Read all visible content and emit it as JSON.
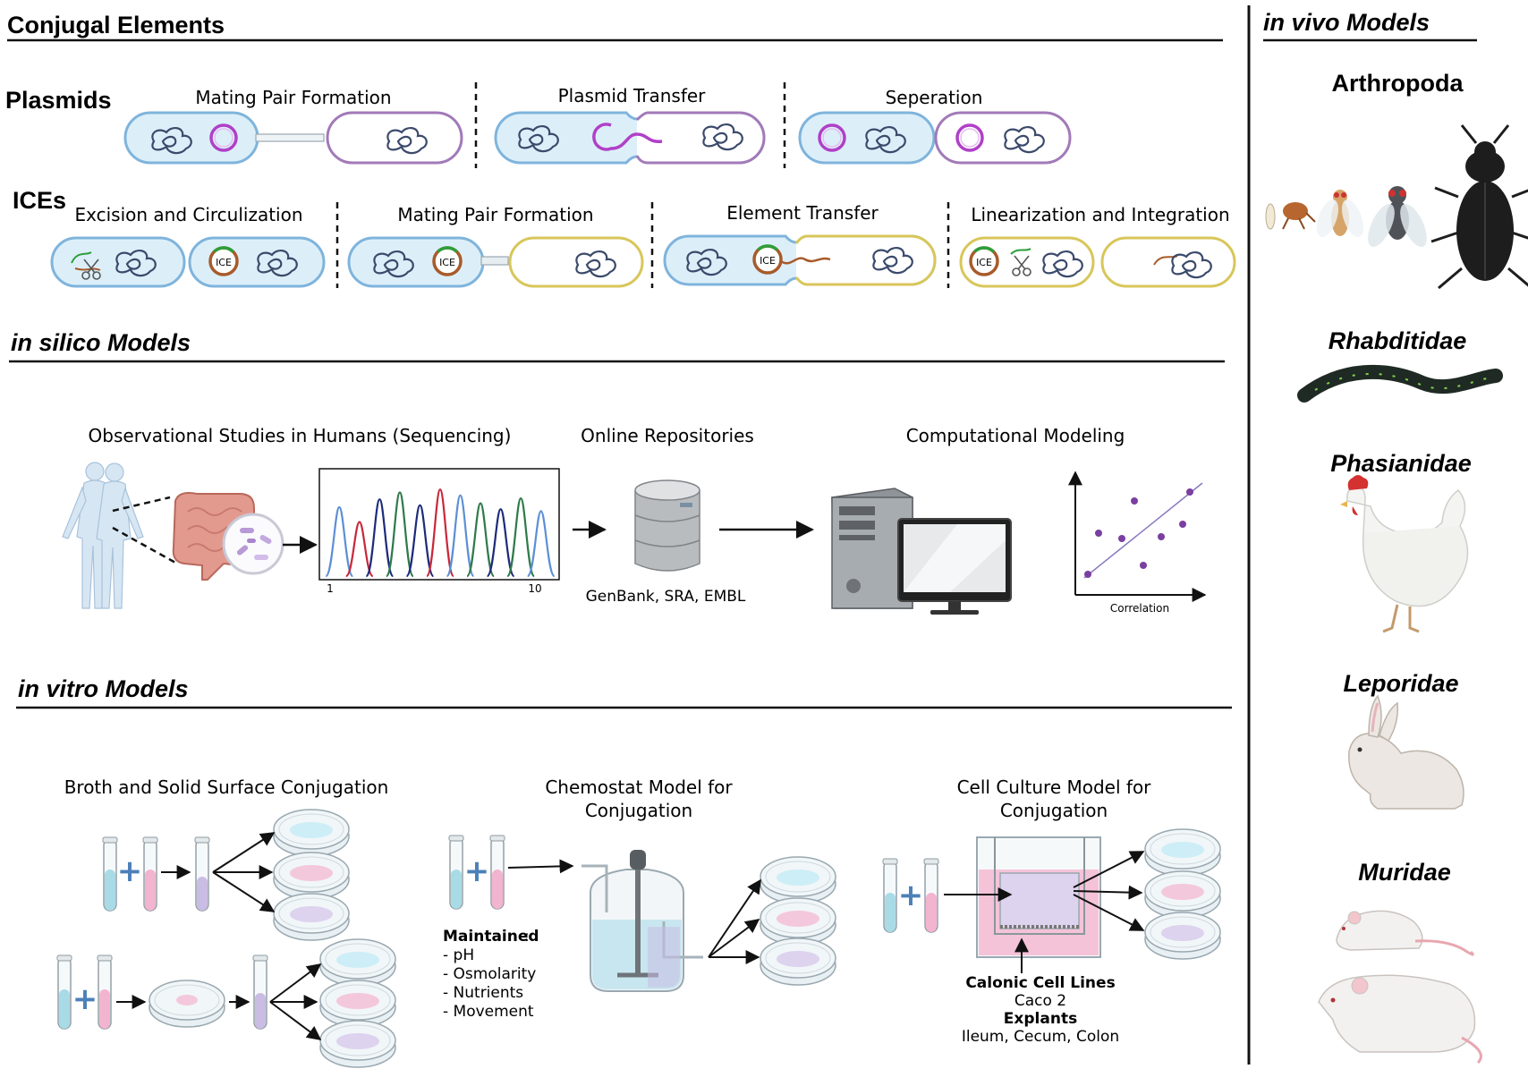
{
  "conjugal": {
    "title": "Conjugal Elements",
    "plasmids_label": "Plasmids",
    "plasmid_steps": [
      "Mating Pair Formation",
      "Plasmid Transfer",
      "Seperation"
    ],
    "ices_label": "ICEs",
    "ice_steps": [
      "Excision and Circulization",
      "Mating Pair Formation",
      "Element Transfer",
      "Linearization  and Integration"
    ],
    "ice_tag": "ICE"
  },
  "in_silico": {
    "title": "in silico Models",
    "steps": [
      "Observational Studies in Humans (Sequencing)",
      "Online Repositories",
      "Computational Modeling"
    ],
    "axis_start": "1",
    "axis_end": "10",
    "repositories": "GenBank, SRA, EMBL",
    "scatter_label": "Correlation"
  },
  "in_vitro": {
    "title": "in vitro Models",
    "broth_title": "Broth and Solid Surface Conjugation",
    "chemostat_title_1": "Chemostat Model for",
    "chemostat_title_2": "Conjugation",
    "maintained_label": "Maintained",
    "maintained_colon": ":",
    "maintained_items": [
      "- pH",
      "- Osmolarity",
      "- Nutrients",
      "- Movement"
    ],
    "cell_title_1": "Cell Culture Model for",
    "cell_title_2": "Conjugation",
    "cell_lines_label": "Calonic Cell  Lines",
    "cell_lines_value": "Caco 2",
    "explants_label": "Explants",
    "explants_value": "Ileum, Cecum, Colon"
  },
  "in_vivo": {
    "title": "in vivo Models",
    "groups": [
      "Arthropoda",
      "Rhabditidae",
      "Phasianidae",
      "Leporidae",
      "Muridae"
    ]
  },
  "colors": {
    "donor_cell": "#dceff9",
    "donor_outline": "#7fb4dc",
    "recipient_purple": "#a27ab8",
    "recipient_yellow": "#d8c65a",
    "plasmid": "#b040c8",
    "chromosome": "#3b4a6b",
    "ice_ring": "#a85a2a",
    "ice_green": "#2e9e3a",
    "tube_blue": "#a9dbe6",
    "tube_pink": "#f2b4cf",
    "tube_purple": "#c9bde3"
  },
  "icons": [
    "scissors-icon",
    "database-icon",
    "computer-icon",
    "human-body-icon",
    "intestine-icon",
    "bacteria-icon",
    "test-tube-icon",
    "petri-dish-icon",
    "chemostat-icon",
    "transwell-icon",
    "larva-icon",
    "flea-icon",
    "fruit-fly-icon",
    "housefly-icon",
    "beetle-icon",
    "nematode-icon",
    "chicken-icon",
    "rabbit-icon",
    "mouse-icon",
    "rat-icon"
  ]
}
